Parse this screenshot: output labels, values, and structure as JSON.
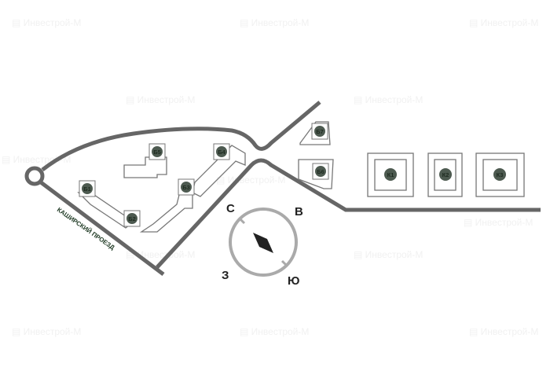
{
  "watermark": "Инвестрой-М",
  "road_label": "КАШИРСКИЙ ПРОЕЗД",
  "compass": {
    "north": "С",
    "east": "В",
    "west": "З",
    "south": "Ю"
  },
  "buildings": [
    "Б1",
    "Б2",
    "Б3",
    "Б4",
    "Б5",
    "Б6",
    "Б7",
    "К1",
    "К2",
    "К3"
  ],
  "colors": {
    "road": "#666666",
    "outline": "#777777",
    "marker": "#4d5a50",
    "marker_text": "#1e2b20",
    "label": "#1f3a24"
  }
}
